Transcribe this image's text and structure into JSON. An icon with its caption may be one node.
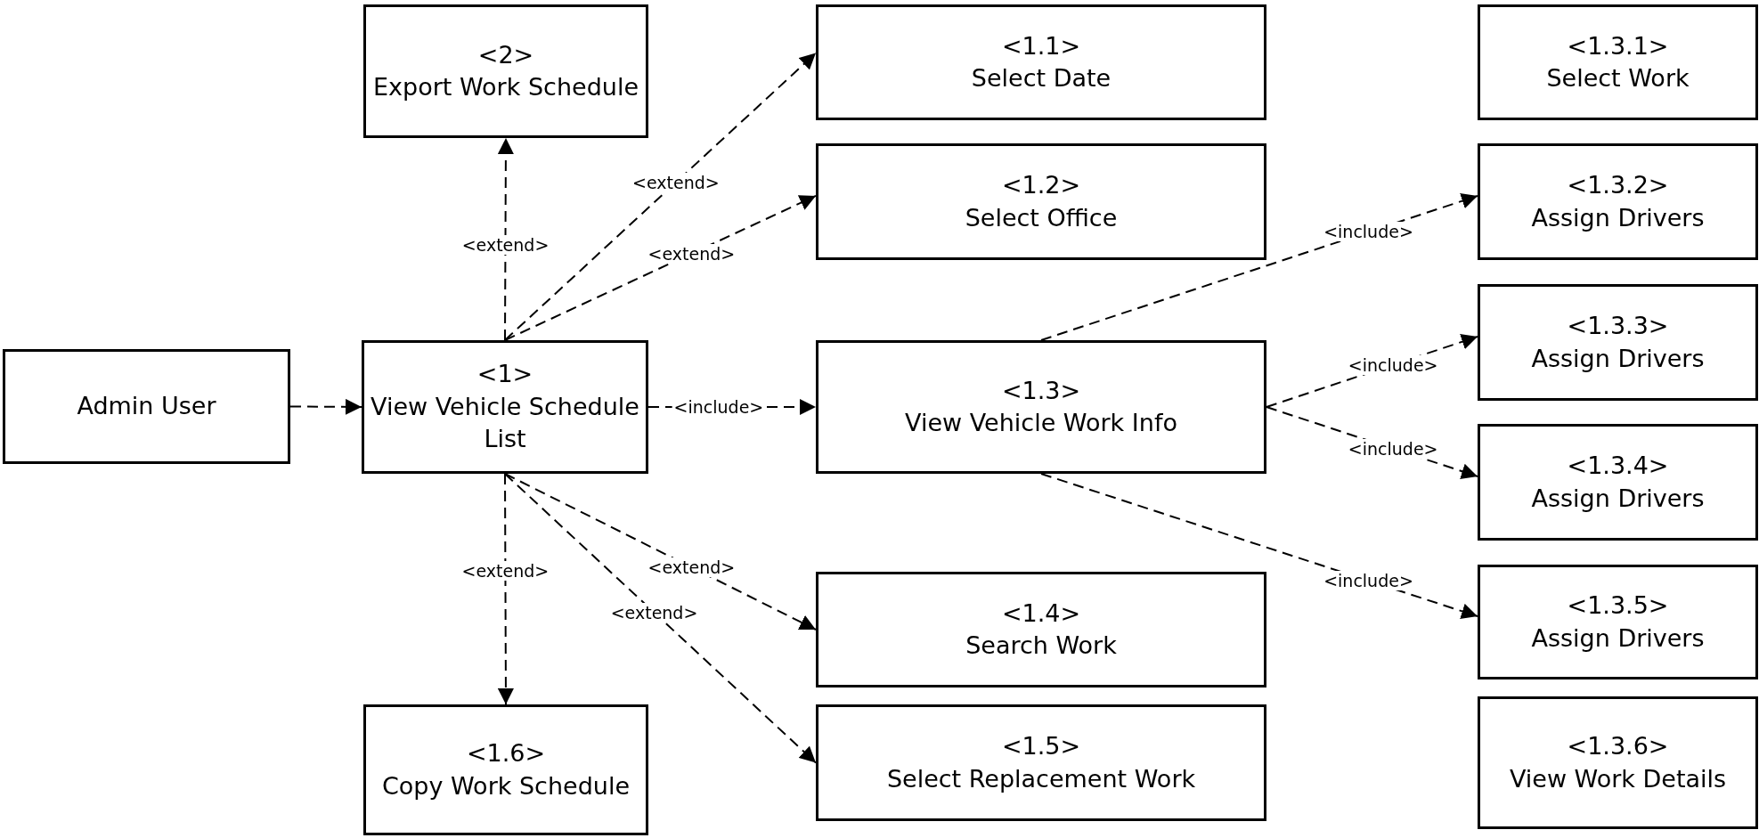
{
  "diagram": {
    "nodes": [
      {
        "text": [
          "Admin User"
        ]
      },
      {
        "text": [
          "<1>",
          "View Vehicle Schedule List"
        ]
      },
      {
        "text": [
          "<2>",
          "Export Work Schedule"
        ]
      },
      {
        "text": [
          "<1.6>",
          "Copy Work Schedule"
        ]
      },
      {
        "text": [
          "<1.1>",
          "Select Date"
        ]
      },
      {
        "text": [
          "<1.2>",
          "Select Office"
        ]
      },
      {
        "text": [
          "<1.3>",
          "View Vehicle Work Info"
        ]
      },
      {
        "text": [
          "<1.4>",
          "Search Work"
        ]
      },
      {
        "text": [
          "<1.5>",
          "Select Replacement Work"
        ]
      },
      {
        "text": [
          "<1.3.1>",
          "Select Work"
        ]
      },
      {
        "text": [
          "<1.3.2>",
          "Assign Drivers"
        ]
      },
      {
        "text": [
          "<1.3.3>",
          "Assign Drivers"
        ]
      },
      {
        "text": [
          "<1.3.4>",
          "Assign Drivers"
        ]
      },
      {
        "text": [
          "<1.3.5>",
          "Assign Drivers"
        ]
      },
      {
        "text": [
          "<1.3.6>",
          "View Work Details"
        ]
      }
    ],
    "edges": [
      {
        "from": 0,
        "to": 1,
        "arrow": "to",
        "style": "dashed"
      },
      {
        "from": 1,
        "to": 2,
        "arrow": "to",
        "style": "dashed",
        "label": "<extend>"
      },
      {
        "from": 1,
        "to": 4,
        "arrow": "to",
        "style": "dashed",
        "label": "<extend>"
      },
      {
        "from": 1,
        "to": 5,
        "arrow": "to",
        "style": "dashed",
        "label": "<extend>"
      },
      {
        "from": 1,
        "to": 6,
        "arrow": "to",
        "style": "dashed",
        "label": "<include>"
      },
      {
        "from": 1,
        "to": 7,
        "arrow": "to",
        "style": "dashed",
        "label": "<extend>"
      },
      {
        "from": 1,
        "to": 8,
        "arrow": "to",
        "style": "dashed",
        "label": "<extend>"
      },
      {
        "from": 1,
        "to": 3,
        "arrow": "to",
        "style": "dashed",
        "label": "<extend>"
      },
      {
        "from": 6,
        "to": 10,
        "arrow": "to",
        "style": "dashed",
        "label": "<include>"
      },
      {
        "from": 6,
        "to": 11,
        "arrow": "to",
        "style": "dashed",
        "label": "<include>"
      },
      {
        "from": 6,
        "to": 12,
        "arrow": "to",
        "style": "dashed",
        "label": "<include>"
      },
      {
        "from": 6,
        "to": 13,
        "arrow": "to",
        "style": "dashed",
        "label": "<include>"
      }
    ]
  }
}
